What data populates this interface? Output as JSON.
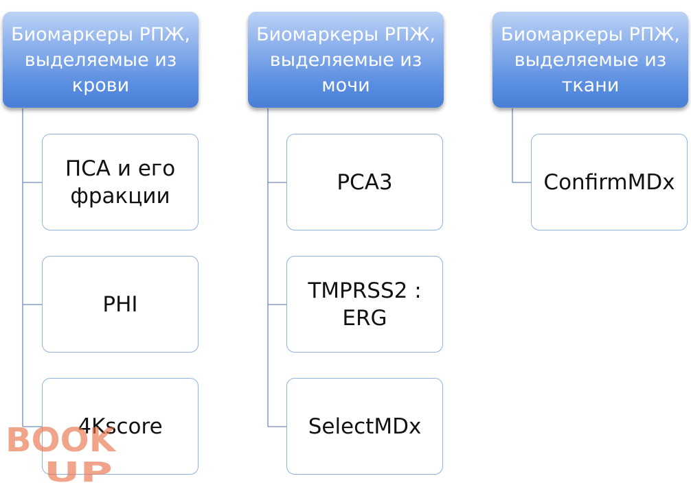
{
  "columns": [
    {
      "header": "Биомаркеры РПЖ,\nвыделяемые из\nкрови",
      "items": [
        "ПСА и его\nфракции",
        "PHI",
        "4Kscore"
      ]
    },
    {
      "header": "Биомаркеры РПЖ,\nвыделяемые из\nмочи",
      "items": [
        "PCA3",
        "TMPRSS2 :\nERG",
        "SelectMDx"
      ]
    },
    {
      "header": "Биомаркеры РПЖ,\nвыделяемые из\nткани",
      "items": [
        "ConfirmMDx"
      ]
    }
  ],
  "watermark": {
    "line1": "BOOK",
    "line2": "UP"
  },
  "colors": {
    "header_gradient_top": "#bcd3f5",
    "header_gradient_bottom": "#4a7fd6",
    "child_border": "#8fb1de",
    "connector": "#6d8bb8",
    "watermark": "#e8734a"
  }
}
